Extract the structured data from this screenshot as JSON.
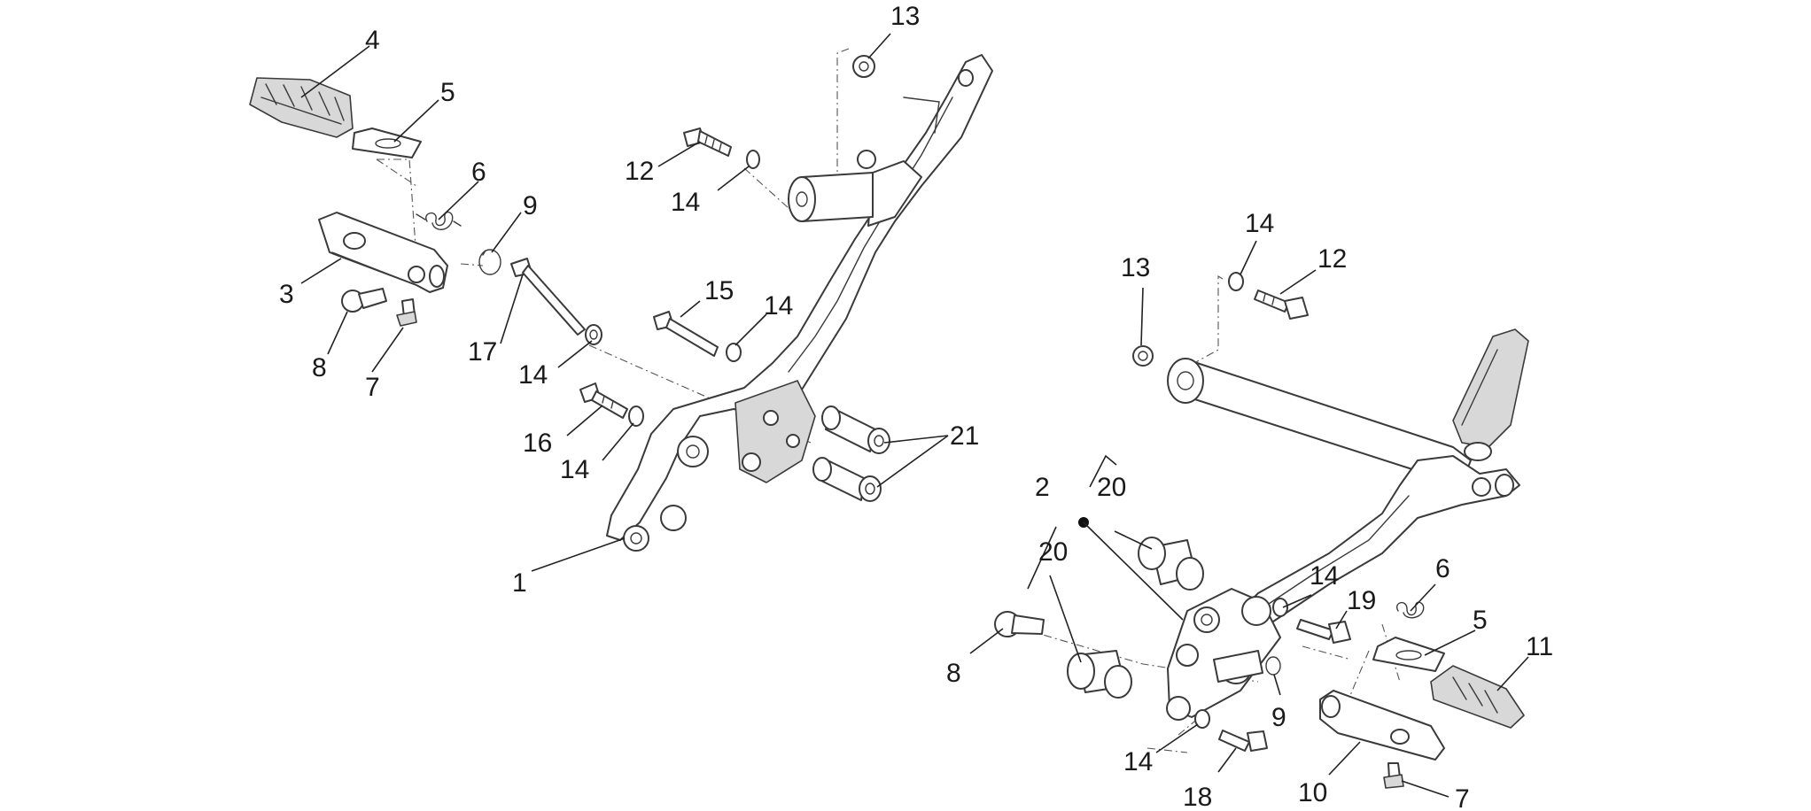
{
  "diagram": {
    "callouts": [
      {
        "id": "c-4",
        "text": "4"
      },
      {
        "id": "c-5a",
        "text": "5"
      },
      {
        "id": "c-6a",
        "text": "6"
      },
      {
        "id": "c-9a",
        "text": "9"
      },
      {
        "id": "c-3",
        "text": "3"
      },
      {
        "id": "c-8a",
        "text": "8"
      },
      {
        "id": "c-7a",
        "text": "7"
      },
      {
        "id": "c-13a",
        "text": "13"
      },
      {
        "id": "c-12a",
        "text": "12"
      },
      {
        "id": "c-14a",
        "text": "14"
      },
      {
        "id": "c-15",
        "text": "15"
      },
      {
        "id": "c-14b",
        "text": "14"
      },
      {
        "id": "c-17",
        "text": "17"
      },
      {
        "id": "c-14c",
        "text": "14"
      },
      {
        "id": "c-16",
        "text": "16"
      },
      {
        "id": "c-14d",
        "text": "14"
      },
      {
        "id": "c-21",
        "text": "21"
      },
      {
        "id": "c-1",
        "text": "1"
      },
      {
        "id": "c-14e",
        "text": "14"
      },
      {
        "id": "c-12b",
        "text": "12"
      },
      {
        "id": "c-13b",
        "text": "13"
      },
      {
        "id": "c-2",
        "text": "2"
      },
      {
        "id": "c-20a",
        "text": "20"
      },
      {
        "id": "c-20b",
        "text": "20"
      },
      {
        "id": "c-14f",
        "text": "14"
      },
      {
        "id": "c-19",
        "text": "19"
      },
      {
        "id": "c-6b",
        "text": "6"
      },
      {
        "id": "c-5b",
        "text": "5"
      },
      {
        "id": "c-11",
        "text": "11"
      },
      {
        "id": "c-8b",
        "text": "8"
      },
      {
        "id": "c-9b",
        "text": "9"
      },
      {
        "id": "c-14g",
        "text": "14"
      },
      {
        "id": "c-18",
        "text": "18"
      },
      {
        "id": "c-10",
        "text": "10"
      },
      {
        "id": "c-7b",
        "text": "7"
      }
    ]
  }
}
